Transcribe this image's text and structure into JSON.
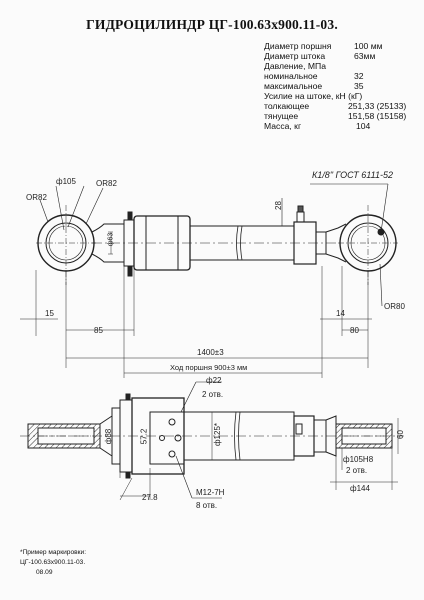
{
  "title": "ГИДРОЦИЛИНДР ЦГ-100.63х900.11-03.",
  "specs": {
    "piston_label": "Диаметр поршня",
    "piston_value": "100 мм",
    "rod_label": "Диаметр штока",
    "rod_value": "63мм",
    "pressure_label": "Давление, МПа",
    "nominal_label": "номинальное",
    "nominal_value": "32",
    "max_label": "максимальное",
    "max_value": "35",
    "force_label": "Усилие на штоке, кН (кГ)",
    "push_label": "толкающее",
    "push_value": "251,33 (25133)",
    "pull_label": "тянущее",
    "pull_value": "151,58 (15158)",
    "mass_label": "Масса, кг",
    "mass_value": "104"
  },
  "top_view": {
    "d105": "ф105",
    "r82a": "ОR82",
    "r82b": "ОR82",
    "thread": "К1/8\" ГОСТ 6111-52",
    "d28": "28",
    "d63": "ф63",
    "d15": "15",
    "d85": "85",
    "d14": "14",
    "d80": "80",
    "r80": "ОR80",
    "length": "1400±3",
    "stroke": "Ход поршня 900±3 мм"
  },
  "bottom_view": {
    "d22": "ф22",
    "holes_a": "2 отв.",
    "d88": "ф88",
    "d57": "57.2",
    "d125": "ф125*",
    "d60": "60",
    "d105h": "ф105H8",
    "holes_b": "2 отв.",
    "d144": "ф144",
    "d278": "27.8",
    "m12": "М12-7Н",
    "holes_c": "8 отв."
  },
  "marking": {
    "label": "*Пример маркировки:",
    "code": "ЦГ-100.63х900.11-03.",
    "date": "08.09"
  }
}
